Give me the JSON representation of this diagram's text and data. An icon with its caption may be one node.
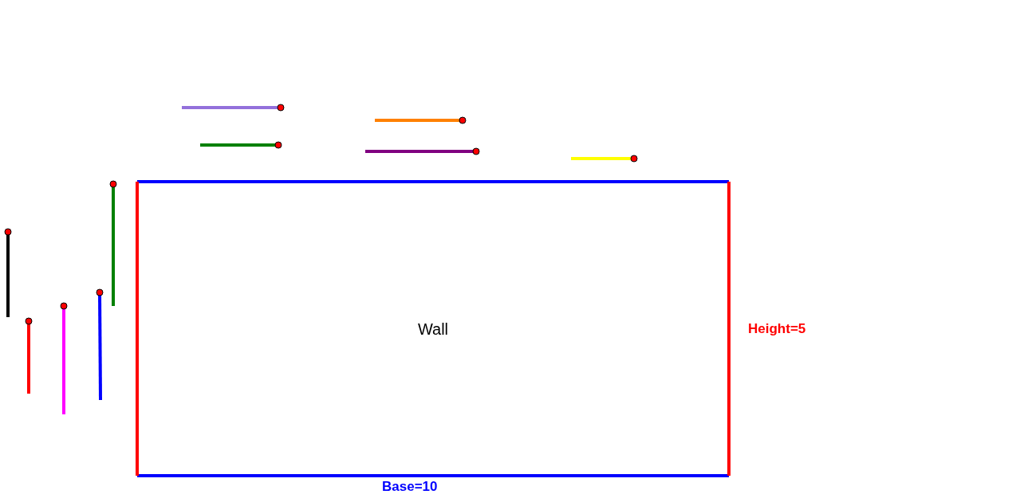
{
  "diagram": {
    "nodes": [
      {
        "text": [
          "Wall"
        ]
      }
    ],
    "edges": [],
    "labels": [
      "Height=5",
      "Base=10"
    ]
  }
}
